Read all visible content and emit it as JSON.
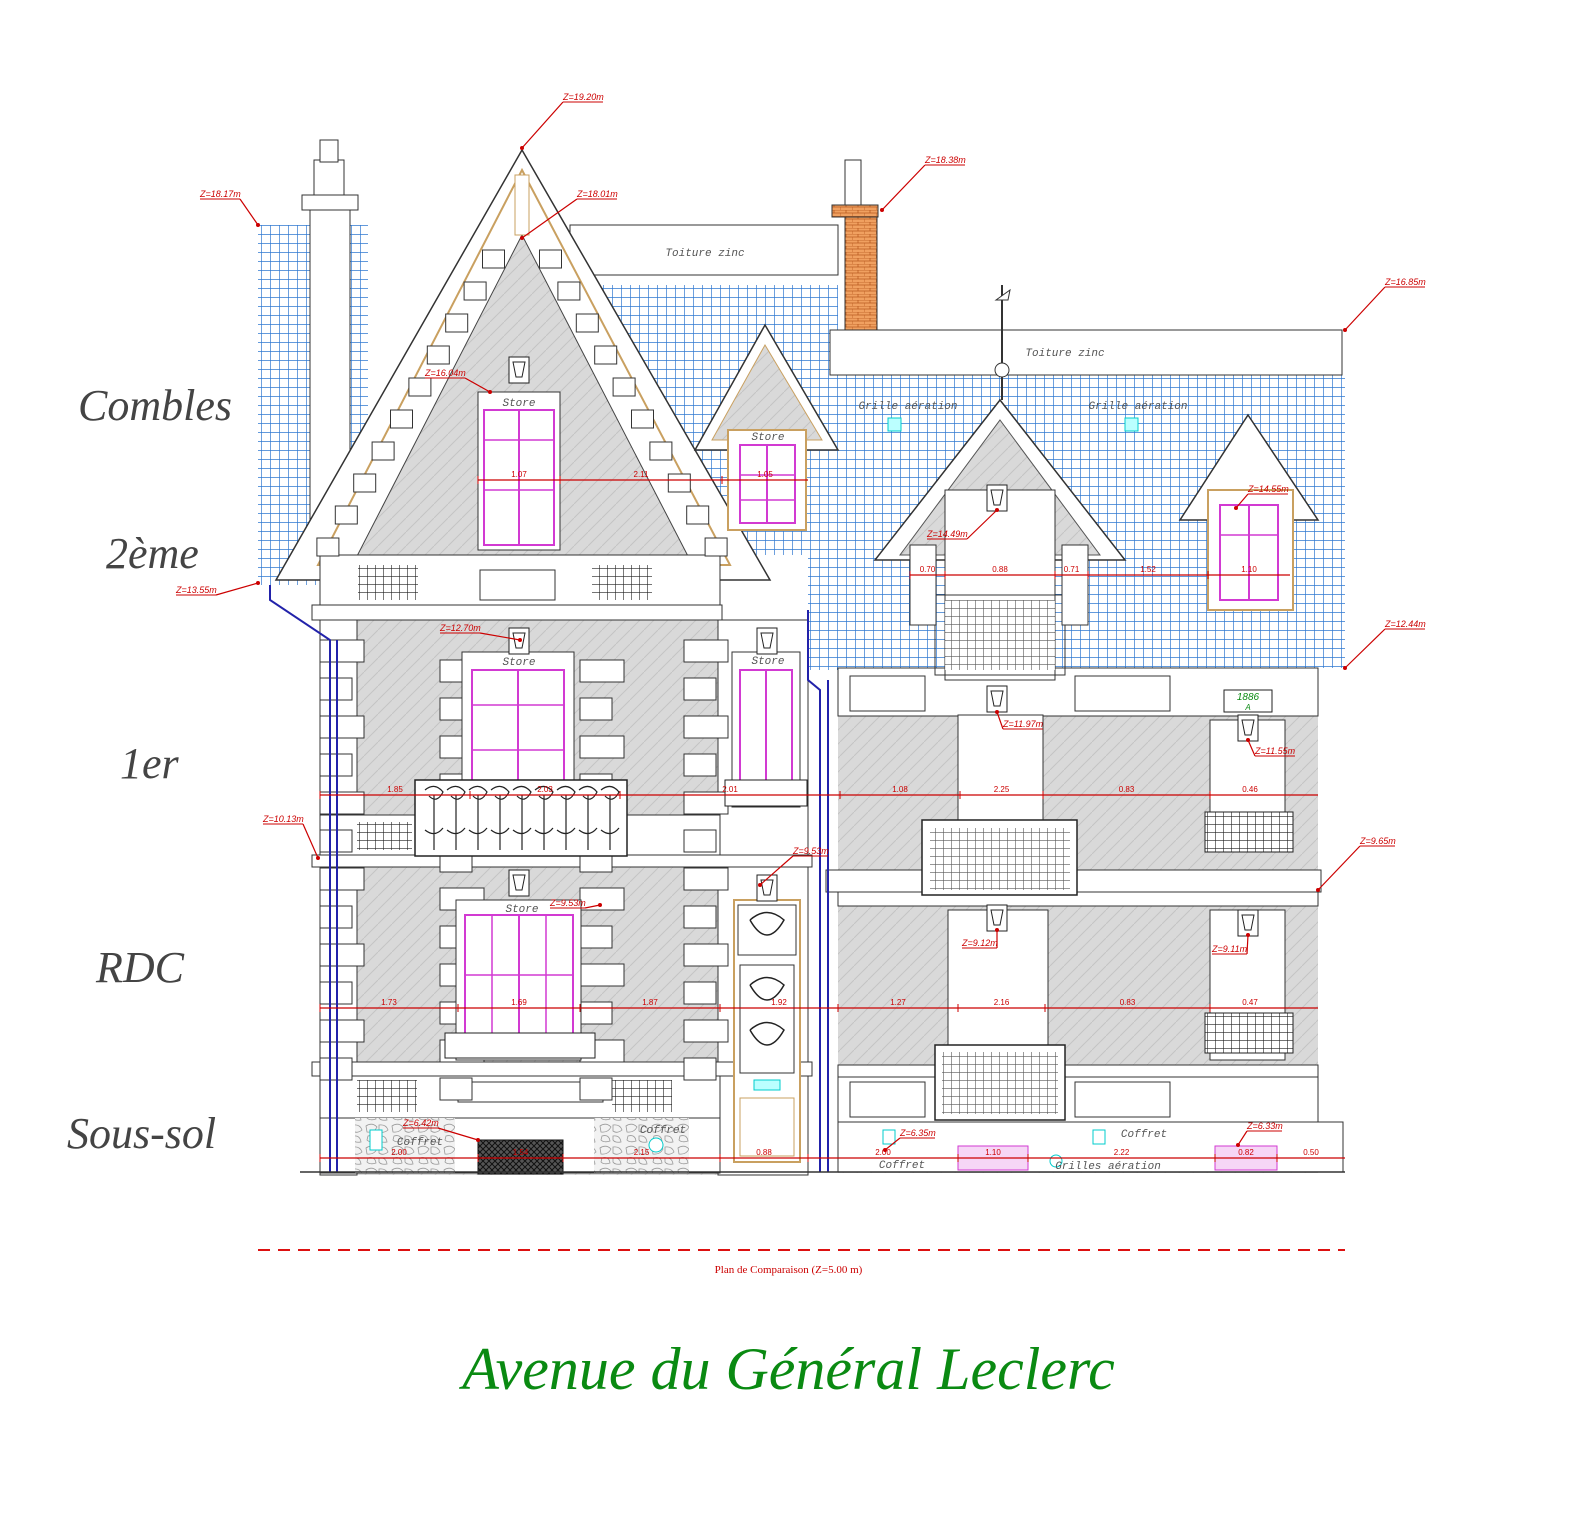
{
  "levels": {
    "combles": "Combles",
    "deuxieme": "2ème",
    "premier": "1er",
    "rdc": "RDC",
    "sous_sol": "Sous-sol"
  },
  "title": "Avenue du Général Leclerc",
  "reference_plane": "Plan de Comparaison (Z=5.00 m)",
  "elevations": [
    "Z=19.20m",
    "Z=18.38m",
    "Z=18.17m",
    "Z=18.01m",
    "Z=16.85m",
    "Z=16.04m",
    "Z=14.55m",
    "Z=14.49m",
    "Z=13.55m",
    "Z=12.70m",
    "Z=12.44m",
    "Z=11.97m",
    "Z=11.55m",
    "Z=10.13m",
    "Z=9.65m",
    "Z=9.53m",
    "Z=9.53m",
    "Z=9.12m",
    "Z=9.11m",
    "Z=6.42m",
    "Z=6.35m",
    "Z=6.33m"
  ],
  "roof_labels": {
    "zinc_left": "Toiture zinc",
    "zinc_right": "Toiture zinc",
    "grille_1": "Grille aération",
    "grille_2": "Grille aération"
  },
  "store_label": "Store",
  "coffret_label": "Coffret",
  "grilles_label": "Grilles aération",
  "date_plaque": "1886",
  "date_plaque_sub": "A",
  "dims": {
    "combles": [
      "1.07",
      "2.11",
      "1.05"
    ],
    "deuxieme": [
      "0.70",
      "0.88",
      "0.71",
      "1.52",
      "1.10"
    ],
    "premier": [
      "1.85",
      "2.03",
      "2.01",
      "1.08",
      "2.25",
      "0.83",
      "0.46"
    ],
    "rdc": [
      "1.73",
      "1.69",
      "1.87",
      "1.92",
      "1.27",
      "2.16",
      "0.83",
      "0.47"
    ],
    "sous_sol": [
      "2.00",
      "1.54",
      "2.15",
      "0.88",
      "2.00",
      "1.10",
      "2.22",
      "0.82",
      "0.50"
    ]
  },
  "colors": {
    "roof": "#3f86d6",
    "dimension": "#c00",
    "title": "#0a8a12",
    "window": "#d23ad2",
    "brick": "#e07a2e"
  }
}
